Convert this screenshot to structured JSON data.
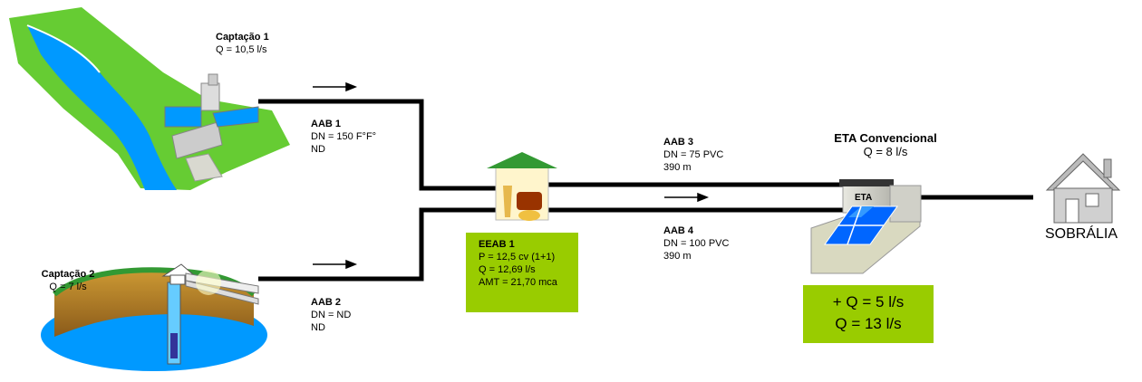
{
  "captacao1": {
    "title": "Captação 1",
    "flow": "Q = 10,5 l/s"
  },
  "captacao2": {
    "title": "Captação 2",
    "flow": "Q = 7 l/s"
  },
  "aab1": {
    "title": "AAB 1",
    "dn": "DN = 150 F°F°",
    "extra": "ND"
  },
  "aab2": {
    "title": "AAB 2",
    "dn": "DN = ND",
    "extra": "ND"
  },
  "aab3": {
    "title": "AAB 3",
    "dn": "DN = 75 PVC",
    "length": "390 m"
  },
  "aab4": {
    "title": "AAB 4",
    "dn": "DN = 100 PVC",
    "length": "390 m"
  },
  "eeab1": {
    "title": "EEAB 1",
    "power": "P = 12,5 cv (1+1)",
    "flow": "Q = 12,69 l/s",
    "amt": "AMT = 21,70 mca"
  },
  "eta": {
    "title": "ETA Convencional",
    "flow": "Q = 8 l/s",
    "building_label": "ETA",
    "add_flow": "+ Q = 5 l/s",
    "total_flow": "Q = 13 l/s"
  },
  "city": {
    "name": "SOBRÁLIA"
  },
  "colors": {
    "accent_green": "#99cc00",
    "roof_green": "#339933",
    "water_blue": "#0099ff",
    "land_green": "#66cc33"
  }
}
